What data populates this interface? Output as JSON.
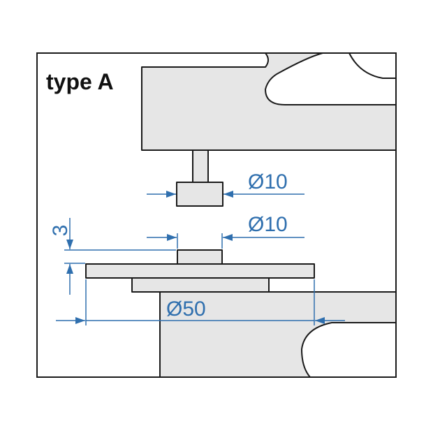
{
  "title": "type A",
  "dimensions": {
    "upper_diameter": "Ø10",
    "lower_diameter": "Ø10",
    "thickness": "3",
    "plate_diameter": "Ø50"
  },
  "colors": {
    "outline": "#1a1a1a",
    "part_fill": "#e6e6e6",
    "dimension": "#2f6fae"
  }
}
